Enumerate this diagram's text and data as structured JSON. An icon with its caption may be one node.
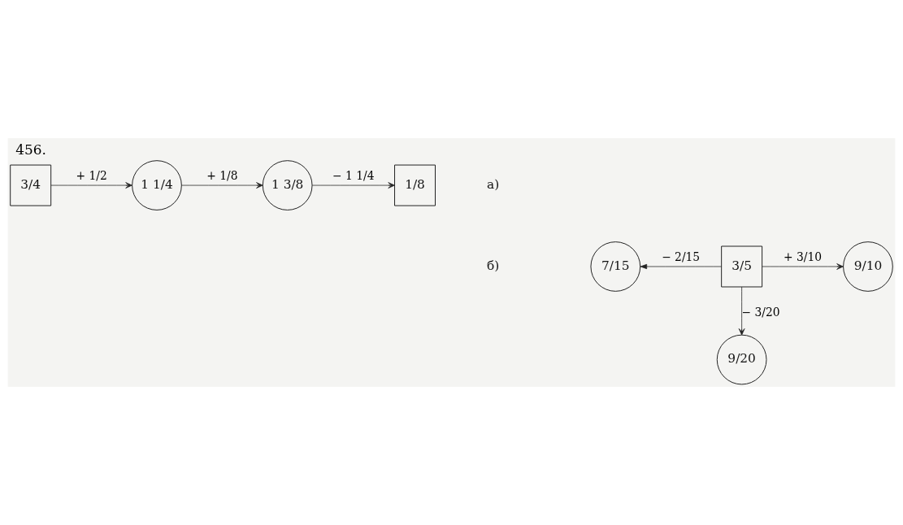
{
  "diagram": {
    "title": "456.",
    "nodes": [
      {
        "text": [
          "3/4"
        ]
      },
      {
        "text": [
          "1 1/4"
        ]
      },
      {
        "text": [
          "1 3/8"
        ]
      },
      {
        "text": [
          "1/8"
        ]
      },
      {
        "text": [
          "7/15"
        ]
      },
      {
        "text": [
          "3/5"
        ]
      },
      {
        "text": [
          "9/10"
        ]
      },
      {
        "text": [
          "9/20"
        ]
      }
    ],
    "edges": [
      {
        "from": 0,
        "to": 1,
        "arrow": "to",
        "label": "+ 1/2"
      },
      {
        "from": 1,
        "to": 2,
        "arrow": "to",
        "label": "+ 1/8"
      },
      {
        "from": 2,
        "to": 3,
        "arrow": "to",
        "label": "− 1 1/4"
      },
      {
        "from": 5,
        "to": 4,
        "arrow": "to",
        "label": "− 2/15"
      },
      {
        "from": 5,
        "to": 6,
        "arrow": "to",
        "label": "+ 3/10"
      },
      {
        "from": 5,
        "to": 7,
        "arrow": "to",
        "label": "− 3/20"
      }
    ],
    "labels": [
      "а)",
      "б)"
    ]
  }
}
